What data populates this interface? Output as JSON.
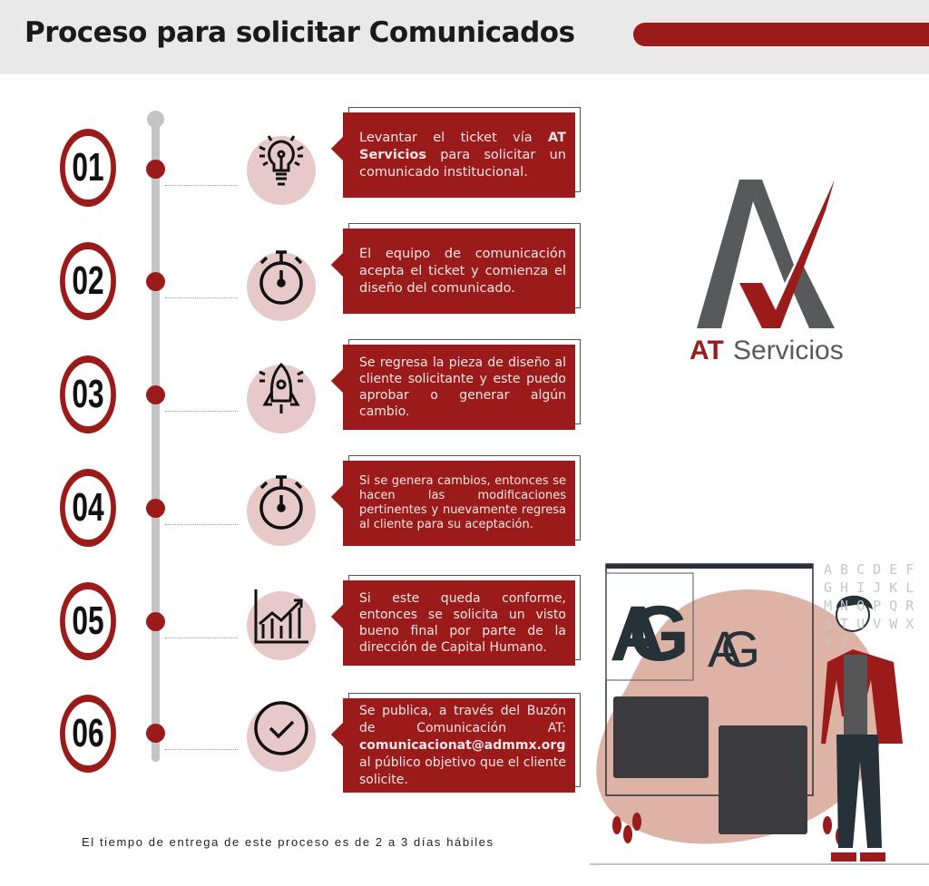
{
  "header": {
    "title": "Proceso para solicitar Comunicados"
  },
  "steps": [
    {
      "number": "01",
      "icon": "lightbulb-icon",
      "text_before": "Levantar el ticket vía ",
      "bold": "AT Servicios",
      "text_after": " para solicitar un comunicado institucional."
    },
    {
      "number": "02",
      "icon": "stopwatch-icon",
      "text": "El equipo de comunicación acepta el ticket y comienza el diseño del comunicado."
    },
    {
      "number": "03",
      "icon": "rocket-icon",
      "text": "Se regresa la pieza de diseño al cliente solicitante y este puedo aprobar o generar algún cambio."
    },
    {
      "number": "04",
      "icon": "stopwatch-icon",
      "text": "Si se genera cambios, entonces se hacen las modificaciones pertinentes y nuevamente regresa al cliente para su aceptación."
    },
    {
      "number": "05",
      "icon": "growth-chart-icon",
      "text": "Si este queda conforme, entonces se solicita un visto bueno final por parte de la dirección de Capital Humano."
    },
    {
      "number": "06",
      "icon": "checkmark-icon",
      "text_before": "Se publica, a través del Buzón de Comunicación AT: ",
      "bold": "comunicacionat@admmx.org",
      "text_after": " al público objetivo que el cliente solicite."
    }
  ],
  "footer": {
    "text": "El tiempo de entrega de este proceso es de 2 a 3 días hábiles"
  },
  "logo": {
    "brand": "AT",
    "name": "Servicios"
  },
  "illustration": {
    "big": "AG",
    "small": "AG",
    "alphabet": "A B C D E F G H I J K L M N O P Q R S T U V W X Y Z"
  },
  "colors": {
    "accent": "#9b1b1b",
    "pink": "#e8c9c9",
    "gray": "#c4c4c4",
    "dark": "#263238"
  }
}
